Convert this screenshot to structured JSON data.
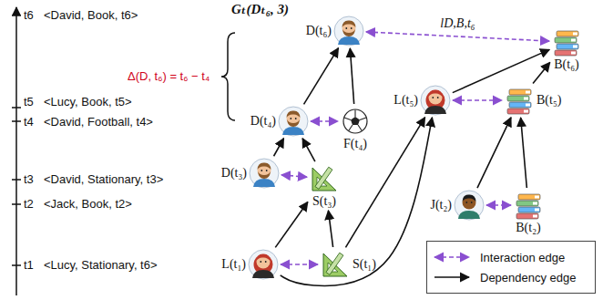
{
  "diagram": {
    "nodes": [
      {
        "text": [
          "Gₜ(Dₜ₆, 3)"
        ]
      },
      {
        "text": [
          "D(t₆)"
        ],
        "in": 0
      },
      {
        "text": [
          "B(t₆)"
        ]
      },
      {
        "text": [
          "D(t₄)"
        ],
        "in": 0
      },
      {
        "text": [
          "F(t₄)"
        ],
        "in": 0
      },
      {
        "text": [
          "L(t₅)"
        ]
      },
      {
        "text": [
          "B(t₅)"
        ]
      },
      {
        "text": [
          "D(t₃)"
        ],
        "in": 0
      },
      {
        "text": [
          "S(t₃)"
        ],
        "in": 0
      },
      {
        "text": [
          "J(t₂)"
        ]
      },
      {
        "text": [
          "B(t₂)"
        ]
      },
      {
        "text": [
          "L(t₁)"
        ]
      },
      {
        "text": [
          "S(t₁)"
        ]
      }
    ],
    "edges": [
      {
        "from": 1,
        "to": 2,
        "arrow": "both",
        "label": "lD,B,t₆"
      },
      {
        "from": 3,
        "to": 1,
        "arrow": "to"
      },
      {
        "from": 4,
        "to": 1,
        "arrow": "to"
      },
      {
        "from": 3,
        "to": 4,
        "arrow": "both"
      },
      {
        "from": 7,
        "to": 3,
        "arrow": "to"
      },
      {
        "from": 8,
        "to": 3,
        "arrow": "to"
      },
      {
        "from": 7,
        "to": 8,
        "arrow": "both"
      },
      {
        "from": 5,
        "to": 2,
        "arrow": "to"
      },
      {
        "from": 6,
        "to": 2,
        "arrow": "to"
      },
      {
        "from": 5,
        "to": 6,
        "arrow": "both"
      },
      {
        "from": 9,
        "to": 6,
        "arrow": "to"
      },
      {
        "from": 10,
        "to": 6,
        "arrow": "to"
      },
      {
        "from": 9,
        "to": 10,
        "arrow": "both"
      },
      {
        "from": 11,
        "to": 8,
        "arrow": "to"
      },
      {
        "from": 12,
        "to": 8,
        "arrow": "to"
      },
      {
        "from": 11,
        "to": 5,
        "arrow": "to"
      },
      {
        "from": 12,
        "to": 5,
        "arrow": "to"
      },
      {
        "from": 11,
        "to": 12,
        "arrow": "both"
      }
    ],
    "labels": [
      "t6",
      "<David, Book, t6>",
      "t5",
      "<Lucy, Book, t5>",
      "t4",
      "<David, Football, t4>",
      "t3",
      "<David, Stationary, t3>",
      "t2",
      "<Jack, Book, t2>",
      "t1",
      "<Lucy, Stationary, t6>",
      "Δ(D, t₆) = t₆ − t₄"
    ],
    "legend": [
      {
        "text": "Interaction edge"
      },
      {
        "text": "Dependency edge"
      }
    ]
  }
}
